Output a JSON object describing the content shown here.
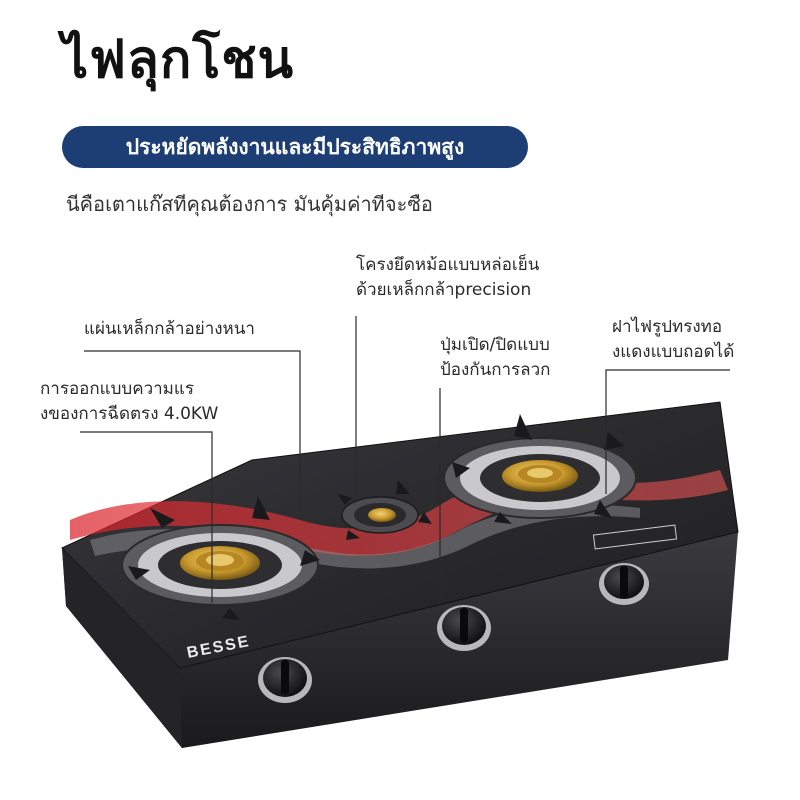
{
  "title": "ไฟลุกโชน",
  "tagline": "ประหยัดพลังงานและมีประสิทธิภาพสูง",
  "subtitle": "นีคือเตาแก๊สทีคุณต้องการ มันคุ้มค่าทีจะซือ",
  "callouts": {
    "steel_plate": [
      "แผ่นเหล็กกล้าอย่างหนา"
    ],
    "direct_injection": [
      "การออกแบบความแร",
      "งของการฉีดตรง 4.0KW"
    ],
    "pot_support": [
      "โครงยึดหม้อแบบหล่อเย็น",
      "ด้วยเหล็กกล้าprecision"
    ],
    "knob": [
      "ปุ่มเปิด/ปิดแบบ",
      "ป้องกันการลวก"
    ],
    "burner_cap": [
      "ฝาไฟรูปทรงทอ",
      "งแดงแบบถอดได้"
    ]
  },
  "product": {
    "brand": "BESSE"
  },
  "colors": {
    "tagline_bg": "#1d3e75",
    "panel_dark": "#2b2b2f",
    "accent_red": "#d8222a",
    "brass": "#c99a2e"
  }
}
